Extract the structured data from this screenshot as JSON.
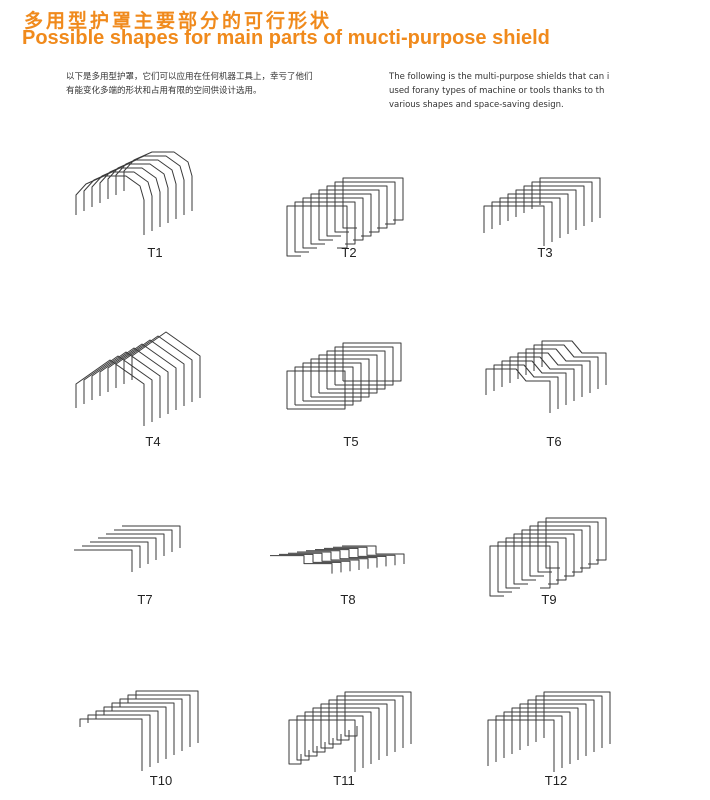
{
  "header": {
    "title_cn": "多用型护罩主要部分的可行形状",
    "title_en": "Possible shapes for main parts of mucti-purpose shield"
  },
  "intro": {
    "cn_lines": [
      "以下是多用型护罩，它们可以应用在任何机器工具上，幸亏了他们",
      "有能变化多端的形状和占用有限的空间供设计选用。"
    ],
    "en_lines": [
      "The following is the multi-purpose shields that can i",
      "used forany types of machine or tools thanks to th",
      "various shapes and space-saving design."
    ]
  },
  "colors": {
    "accent": "#f08a1c",
    "line": "#3a3a3a"
  },
  "shapes": [
    {
      "label": "T1",
      "variant": "arch"
    },
    {
      "label": "T2",
      "variant": "flat-hook"
    },
    {
      "label": "T3",
      "variant": "flat-leg"
    },
    {
      "label": "T4",
      "variant": "gable"
    },
    {
      "label": "T5",
      "variant": "box-window"
    },
    {
      "label": "T6",
      "variant": "step"
    },
    {
      "label": "T7",
      "variant": "flat-plain"
    },
    {
      "label": "T8",
      "variant": "thin-plate"
    },
    {
      "label": "T9",
      "variant": "flat-hook"
    },
    {
      "label": "T10",
      "variant": "flat-drop"
    },
    {
      "label": "T11",
      "variant": "box-open"
    },
    {
      "label": "T12",
      "variant": "portal"
    }
  ]
}
